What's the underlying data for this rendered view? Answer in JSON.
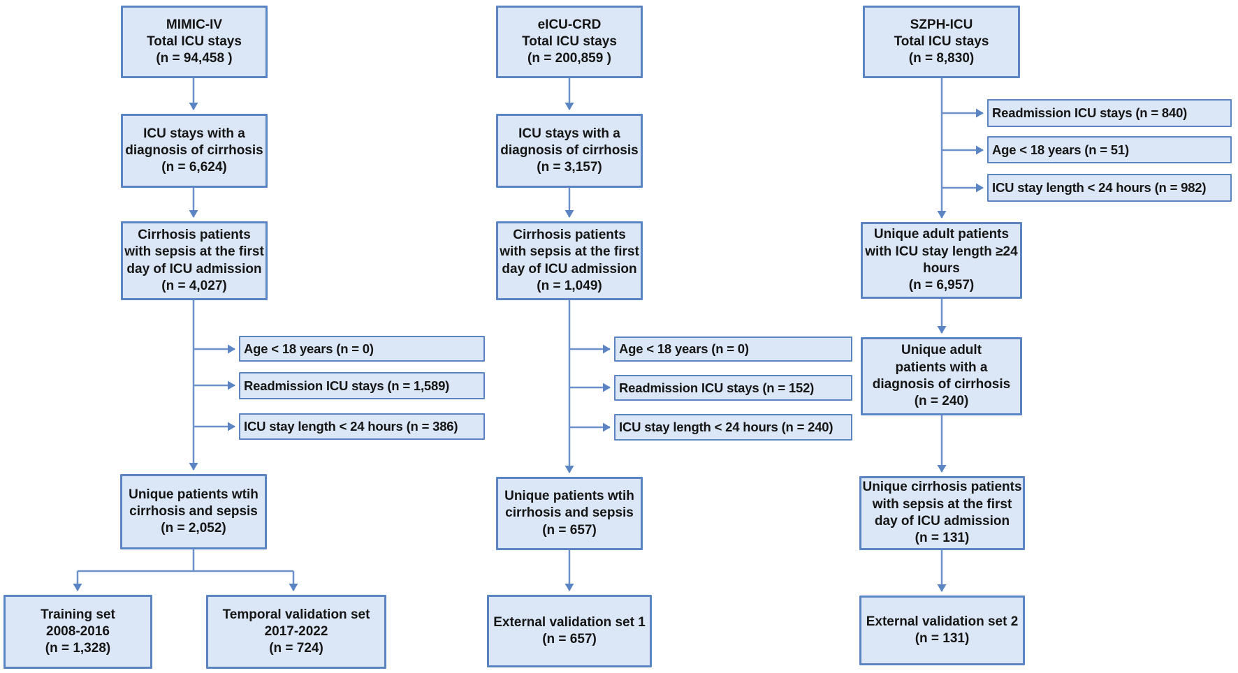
{
  "title": "Patient selection flowchart",
  "colors": {
    "box_fill": "#dbe7f6",
    "box_border": "#5b84c3",
    "arrow_line": "#6d90c9",
    "arrow_head": "#5b84c3",
    "text": "#151515",
    "background": "#ffffff"
  },
  "col1": {
    "database": "MIMIC-IV",
    "total": "MIMIC-IV\nTotal ICU stays\n(n = 94,458 )",
    "cirrhosis": "ICU stays with a\ndiagnosis of cirrhosis\n(n = 6,624)",
    "sepsis": "Cirrhosis patients\nwith sepsis at the first\nday of ICU admission\n(n = 4,027)",
    "exclusions": [
      "Age < 18 years (n = 0)",
      "Readmission ICU stays (n = 1,589)",
      "ICU stay length < 24 hours (n = 386)"
    ],
    "unique": "Unique patients wtih\ncirrhosis and sepsis\n(n = 2,052)",
    "training": "Training set\n2008-2016\n(n = 1,328)",
    "temporal": "Temporal validation set\n2017-2022\n(n = 724)"
  },
  "col2": {
    "database": "eICU-CRD",
    "total": "eICU-CRD\nTotal ICU stays\n(n = 200,859 )",
    "cirrhosis": "ICU stays with a\ndiagnosis of cirrhosis\n(n = 3,157)",
    "sepsis": "Cirrhosis patients\nwith sepsis at the first\nday of ICU admission\n(n = 1,049)",
    "exclusions": [
      "Age < 18 years (n = 0)",
      "Readmission ICU stays (n = 152)",
      "ICU stay length < 24 hours (n = 240)"
    ],
    "unique": "Unique patients wtih\ncirrhosis and sepsis\n(n = 657)",
    "external": "External validation set 1\n(n = 657)"
  },
  "col3": {
    "database": "SZPH-ICU",
    "total": "SZPH-ICU\nTotal ICU stays\n(n = 8,830)",
    "exclusions": [
      "Readmission ICU stays (n = 840)",
      "Age < 18 years (n = 51)",
      "ICU stay length < 24 hours (n = 982)"
    ],
    "adult": "Unique adult patients\nwith ICU stay length ≥24\nhours\n(n = 6,957)",
    "cirrhosis": "Unique adult\npatients with a\ndiagnosis of cirrhosis\n(n = 240)",
    "sepsis": "Unique cirrhosis patients\nwith sepsis at the first\nday of ICU admission\n(n = 131)",
    "external": "External validation set 2\n(n = 131)"
  }
}
